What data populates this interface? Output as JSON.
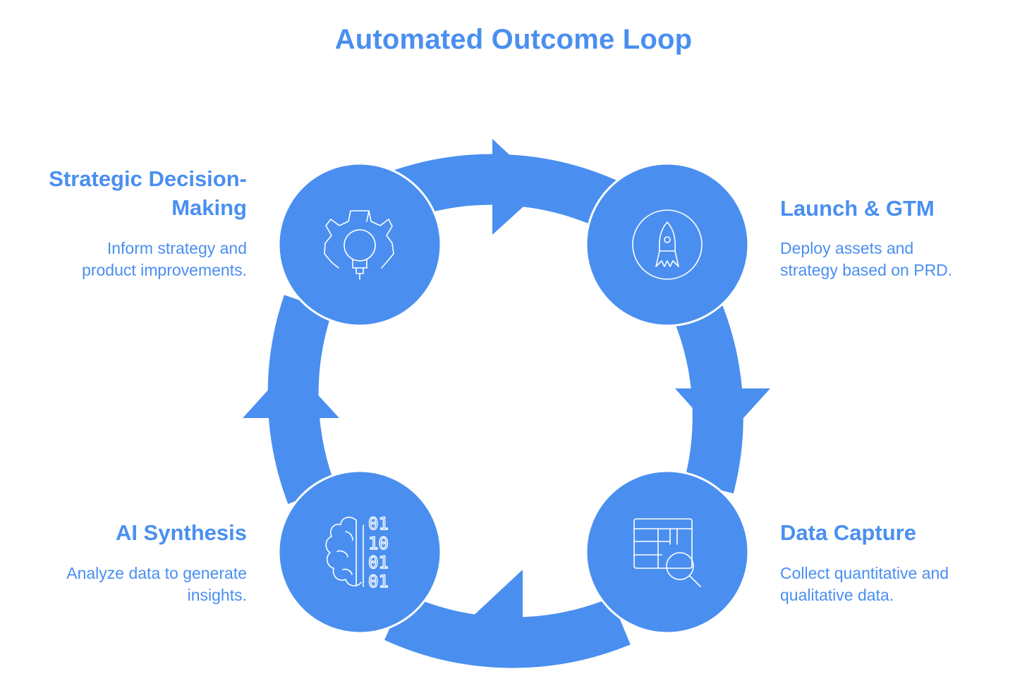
{
  "title": "Automated Outcome Loop",
  "colors": {
    "accent": "#4a8ff0",
    "ring": "#4a8ff0",
    "icon_stroke": "#ffffff"
  },
  "steps": [
    {
      "title": "Strategic Decision-Making",
      "title_lines": [
        "Strategic Decision-",
        "Making"
      ],
      "description_lines": [
        "Inform strategy and",
        "product improvements."
      ],
      "icon": "gear-lightbulb-icon"
    },
    {
      "title": "Launch & GTM",
      "description_lines": [
        "Deploy assets and",
        "strategy based on PRD."
      ],
      "icon": "rocket-icon"
    },
    {
      "title": "Data Capture",
      "description_lines": [
        "Collect quantitative and",
        "qualitative data."
      ],
      "icon": "table-magnifier-icon"
    },
    {
      "title": "AI Synthesis",
      "description_lines": [
        "Analyze data to generate",
        "insights."
      ],
      "icon": "brain-binary-icon"
    }
  ],
  "binary_rows": [
    "01",
    "10",
    "01",
    "01"
  ]
}
